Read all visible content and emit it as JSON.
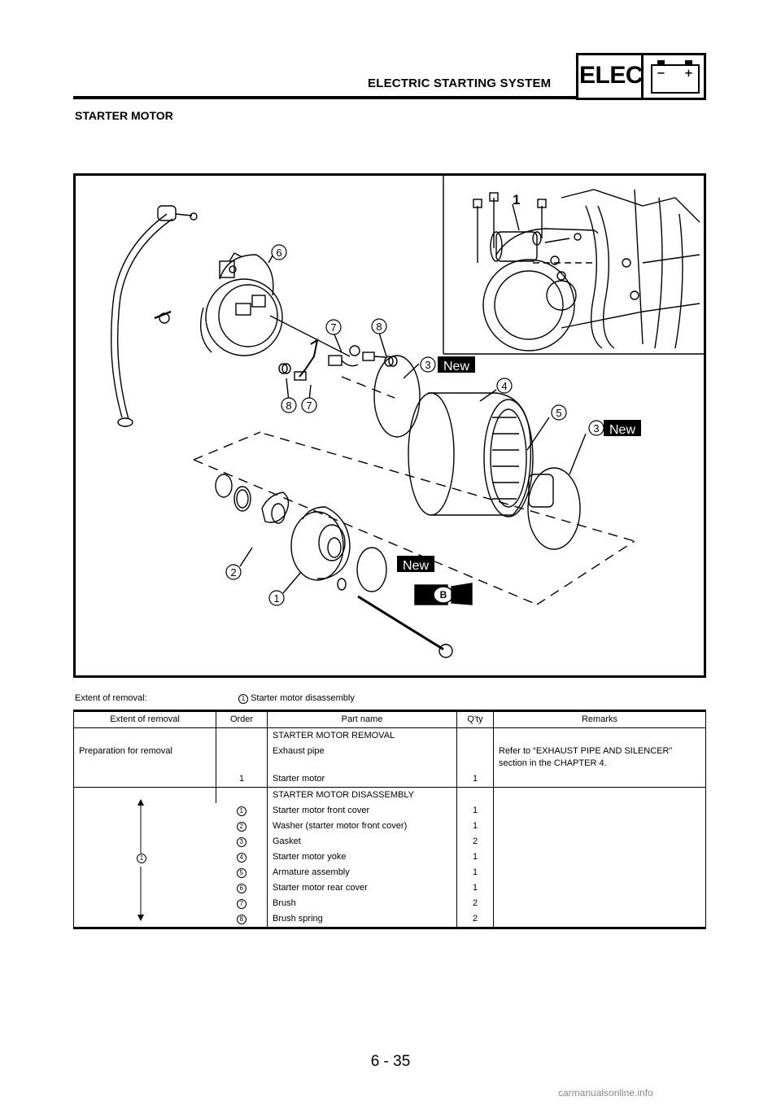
{
  "header": {
    "title": "ELECTRIC STARTING SYSTEM",
    "section_tag": "ELEC",
    "battery_minus": "−",
    "battery_plus": "+"
  },
  "section_title": "STARTER MOTOR",
  "figure": {
    "inset_callout": "1",
    "callouts": [
      "1",
      "2",
      "3",
      "3",
      "4",
      "5",
      "6",
      "7",
      "7",
      "8",
      "8"
    ],
    "new_tag": "New",
    "grease_tag": "B"
  },
  "extent_line": {
    "label": "Extent of removal:",
    "marker": "1",
    "value": "Starter motor disassembly"
  },
  "table": {
    "headers": [
      "Extent of removal",
      "Order",
      "Part name",
      "Q'ty",
      "Remarks"
    ],
    "removal_group": {
      "heading": "STARTER MOTOR REMOVAL",
      "rows": [
        {
          "extent": "Preparation for removal",
          "order": "",
          "part": "Exhaust pipe",
          "qty": "",
          "remarks": "Refer to “EXHAUST PIPE AND SILENCER” section in the CHAPTER 4."
        },
        {
          "extent": "",
          "order": "1",
          "part": "Starter motor",
          "qty": "1",
          "remarks": ""
        }
      ]
    },
    "disassembly_group": {
      "heading": "STARTER MOTOR DISASSEMBLY",
      "extent_marker": "1",
      "rows": [
        {
          "order": "1",
          "part": "Starter motor front cover",
          "qty": "1"
        },
        {
          "order": "2",
          "part": "Washer (starter motor front cover)",
          "qty": "1"
        },
        {
          "order": "3",
          "part": "Gasket",
          "qty": "2"
        },
        {
          "order": "4",
          "part": "Starter motor yoke",
          "qty": "1"
        },
        {
          "order": "5",
          "part": "Armature assembly",
          "qty": "1"
        },
        {
          "order": "6",
          "part": "Starter motor rear cover",
          "qty": "1"
        },
        {
          "order": "7",
          "part": "Brush",
          "qty": "2"
        },
        {
          "order": "8",
          "part": "Brush spring",
          "qty": "2"
        }
      ]
    }
  },
  "page_number": "6 - 35",
  "watermark": "carmanualsonline.info"
}
